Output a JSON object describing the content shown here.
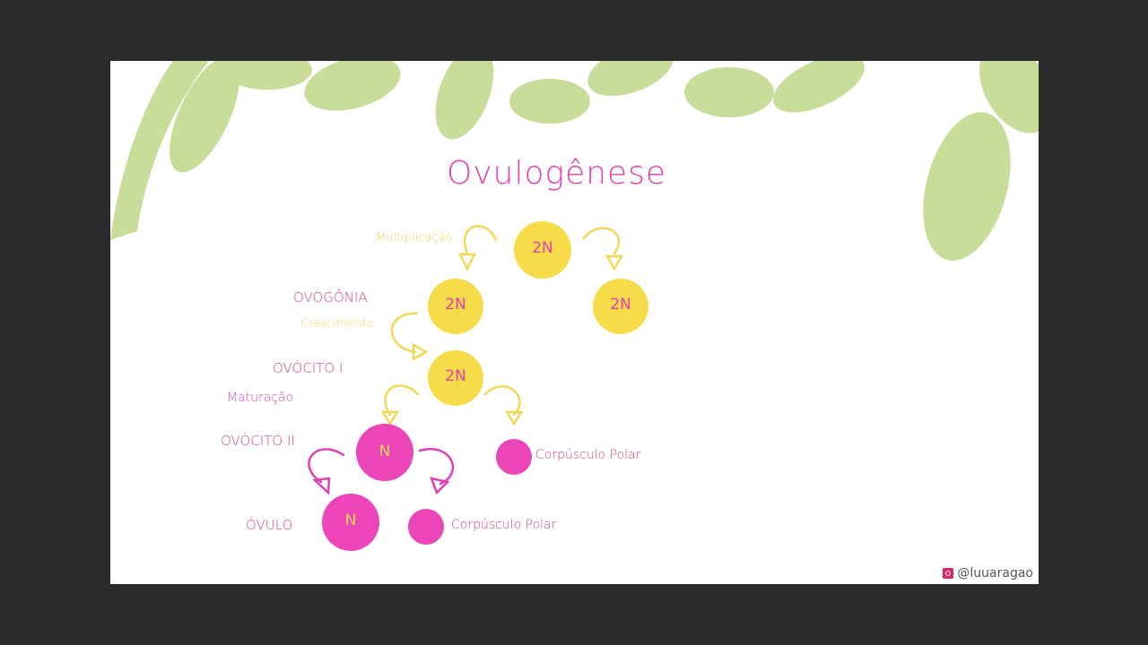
{
  "title": "Ovulogênese",
  "stages": {
    "ovogonia": "OVOGÔNIA",
    "ovocito1": "OVÓCITO I",
    "ovocito2": "OVÓCITO II",
    "ovulo": "ÓVULO"
  },
  "phases": {
    "multiplicacao": "Multiplicação",
    "crescimento": "Crescimento",
    "maturacao": "Maturação"
  },
  "cells": {
    "top": "2N",
    "left": "2N",
    "right": "2N",
    "grown": "2N",
    "secondary": "N",
    "ovum": "N"
  },
  "polar_body_1": "Corpúsculo Polar",
  "polar_body_2": "Corpúsculo Polar",
  "watermark": "@luuaragao",
  "colors": {
    "yellow": "#f7dc4a",
    "pink": "#ec45b8",
    "leaf": "#c9dd9b",
    "stage_text": "#d8446b"
  }
}
